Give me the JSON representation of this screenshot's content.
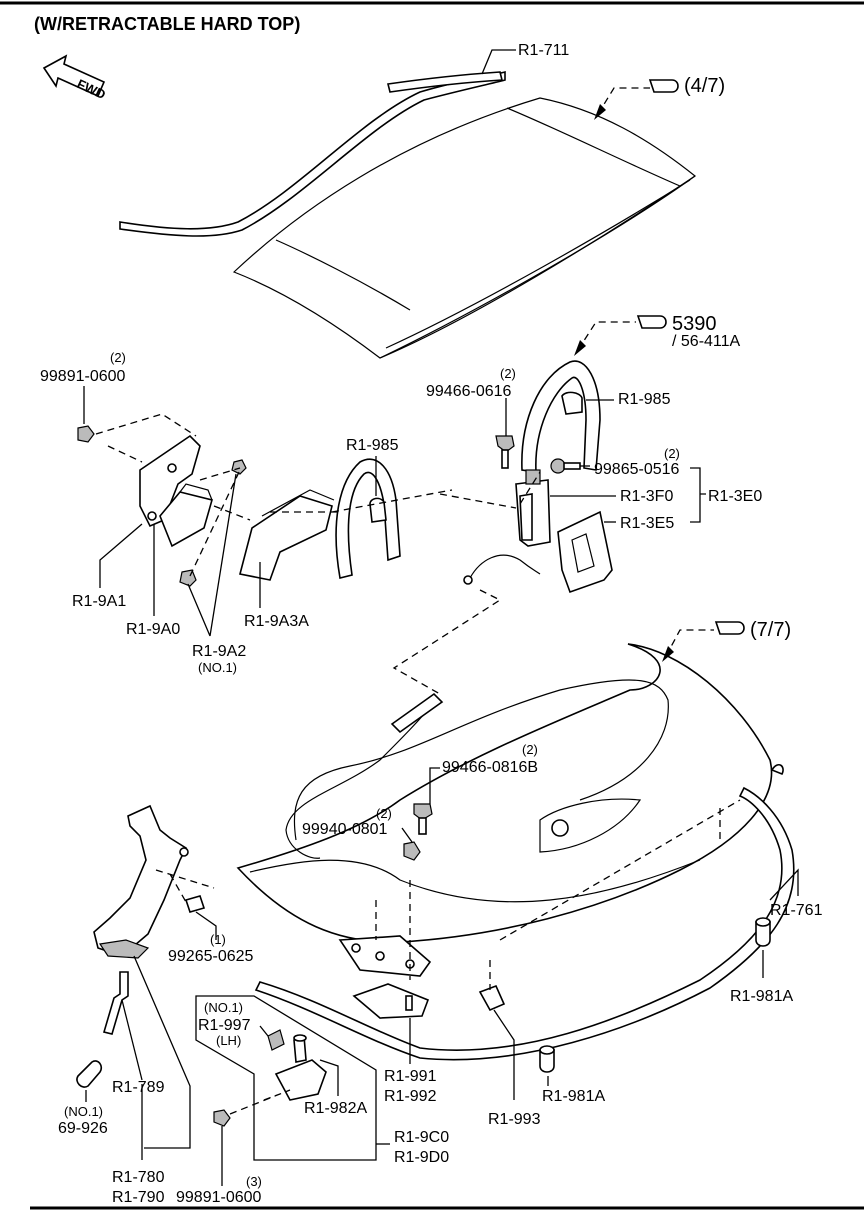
{
  "title": "(W/RETRACTABLE HARD TOP)",
  "fwd_label": "FWD",
  "refs": {
    "ref_47": "(4/7)",
    "ref_5390": "5390",
    "ref_56411a": "/ 56-411A",
    "ref_77": "(7/7)"
  },
  "labels": {
    "r1_711": "R1-711",
    "q_99891_top": "(2)",
    "p_99891_top": "99891-0600",
    "q_99466_0616": "(2)",
    "p_99466_0616": "99466-0616",
    "r1_985_right": "R1-985",
    "r1_985_left": "R1-985",
    "q_99865": "(2)",
    "p_99865": "99865-0516",
    "r1_3f0": "R1-3F0",
    "r1_3e0": "R1-3E0",
    "r1_3e5": "R1-3E5",
    "r1_9a1": "R1-9A1",
    "r1_9a0": "R1-9A0",
    "r1_9a3a": "R1-9A3A",
    "r1_9a2": "R1-9A2",
    "no1_9a2": "(NO.1)",
    "q_99466_0816": "(2)",
    "p_99466_0816": "99466-0816B",
    "q_99940": "(2)",
    "p_99940": "99940-0801",
    "q_99265": "(1)",
    "p_99265": "99265-0625",
    "r1_761": "R1-761",
    "r1_981a_upper": "R1-981A",
    "no1_997": "(NO.1)",
    "r1_997": "R1-997",
    "lh_997": "(LH)",
    "r1_982a": "R1-982A",
    "r1_991": "R1-991",
    "r1_992": "R1-992",
    "r1_993": "R1-993",
    "r1_981a_lower": "R1-981A",
    "r1_789": "R1-789",
    "no1_69926": "(NO.1)",
    "p_69926": "69-926",
    "r1_9c0": "R1-9C0",
    "r1_9d0": "R1-9D0",
    "r1_780": "R1-780",
    "r1_790": "R1-790",
    "q_99891_bottom": "(3)",
    "p_99891_bottom": "99891-0600"
  },
  "icons": [
    "fwd-arrow-icon",
    "pointing-hand-icon"
  ]
}
